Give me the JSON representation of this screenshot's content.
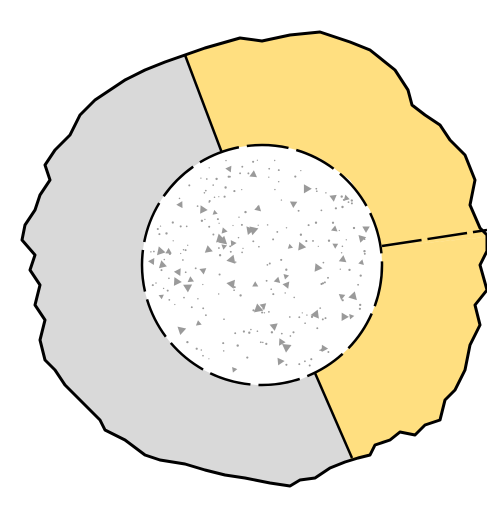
{
  "diagram": {
    "colors": {
      "background": "#ffffff",
      "outline": "#000000",
      "grey_region": "#d9d9d9",
      "yellow_region": "#ffdf80",
      "core_fill": "#ffffff",
      "core_speckle": "#9a9a9a"
    },
    "regions": [
      {
        "id": "grey-section",
        "fill": "grey"
      },
      {
        "id": "yellow-upper-section",
        "fill": "yellow"
      },
      {
        "id": "yellow-lower-section",
        "fill": "yellow"
      },
      {
        "id": "speckled-core",
        "fill": "white",
        "pattern": "speckled"
      }
    ]
  }
}
